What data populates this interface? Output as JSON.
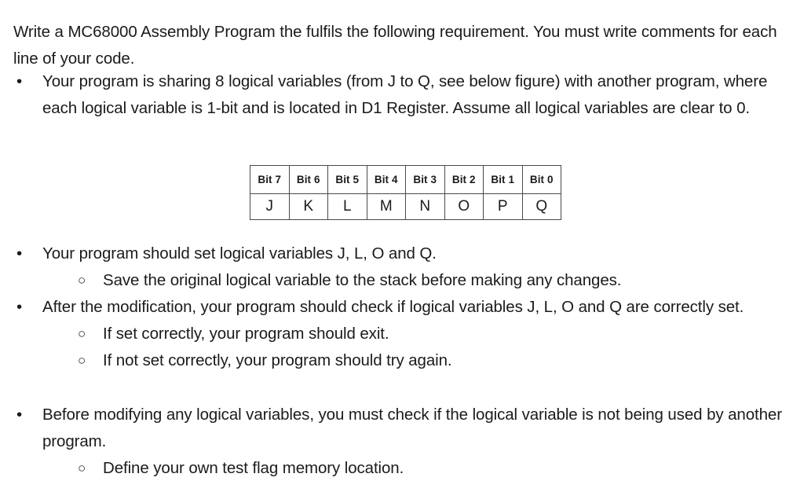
{
  "document": {
    "intro": "Write a MC68000 Assembly Program the fulfils the following requirement. You must write comments for each line of your code.",
    "bullet_marker": "•",
    "sub_marker": "○",
    "items": [
      {
        "text": "Your program is sharing 8 logical variables (from J to Q, see below figure) with another program, where each logical variable is 1-bit and is located in D1 Register. Assume all logical variables are clear to 0.",
        "subs": []
      },
      {
        "text": "Your program should set logical variables J, L, O and Q.",
        "subs": [
          "Save the original logical variable to the stack before making any changes."
        ]
      },
      {
        "text": "After the modification, your program should check if logical variables J, L, O and Q are correctly set.",
        "subs": [
          "If set correctly, your program should exit.",
          "If not set correctly, your program should try again."
        ]
      },
      {
        "text": "Before modifying any logical variables, you must check if the logical variable is not being used by another program.",
        "subs": [
          "Define your own test flag memory location."
        ]
      }
    ]
  },
  "bit_table": {
    "headers": [
      "Bit 7",
      "Bit 6",
      "Bit 5",
      "Bit 4",
      "Bit 3",
      "Bit 2",
      "Bit 1",
      "Bit 0"
    ],
    "values": [
      "J",
      "K",
      "L",
      "M",
      "N",
      "O",
      "P",
      "Q"
    ]
  },
  "colors": {
    "background": "#ffffff",
    "text": "#1b1b1b",
    "table_border": "#4a4a4a"
  }
}
